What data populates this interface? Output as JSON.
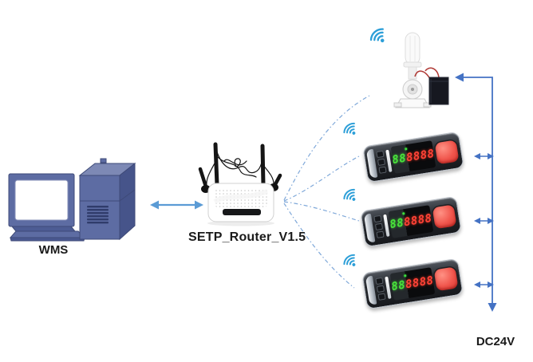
{
  "labels": {
    "wms": "WMS",
    "router": "SETP_Router_V1.5",
    "power": "DC24V"
  },
  "devices": [
    {
      "green_digits": "88",
      "red_digits": "8888"
    },
    {
      "green_digits": "88",
      "red_digits": "8888"
    },
    {
      "green_digits": "88",
      "red_digits": "8888"
    }
  ],
  "icons": {
    "wifi": "wifi-signal-arcs",
    "double_arrow": "left-right-arrow",
    "power_arrow": "down-arrow"
  },
  "colors": {
    "arrow_light_blue": "#5B9BD5",
    "line_blue": "#4472C4",
    "dashed_blue": "#7FA8D9",
    "wifi_blue": "#2D9FD8",
    "digit_green": "#49E33B",
    "digit_red": "#FF4236",
    "call_button_red": "#EE4A42",
    "computer_front": "#5D6CA3",
    "computer_side": "#46548A",
    "computer_top": "#7D89B5"
  },
  "diagram": {
    "nodes": [
      {
        "id": "wms",
        "type": "computer-with-server",
        "label": "WMS"
      },
      {
        "id": "router",
        "type": "wireless-router",
        "label": "SETP_Router_V1.5"
      },
      {
        "id": "tower-light",
        "type": "signal-tower-light-with-controller",
        "label": ""
      },
      {
        "id": "display-1",
        "type": "led-call-display",
        "value": "888888"
      },
      {
        "id": "display-2",
        "type": "led-call-display",
        "value": "888888"
      },
      {
        "id": "display-3",
        "type": "led-call-display",
        "value": "888888"
      },
      {
        "id": "power",
        "type": "dc-power-bus",
        "label": "DC24V"
      }
    ],
    "connections": [
      {
        "from": "wms",
        "to": "router",
        "style": "solid-double-arrow"
      },
      {
        "from": "router",
        "to": "tower-light",
        "style": "dashed-wireless"
      },
      {
        "from": "router",
        "to": "display-1",
        "style": "dashed-wireless"
      },
      {
        "from": "router",
        "to": "display-2",
        "style": "dashed-wireless"
      },
      {
        "from": "router",
        "to": "display-3",
        "style": "dashed-wireless"
      },
      {
        "from": "power",
        "to": "tower-light",
        "style": "solid-arrow"
      },
      {
        "from": "power",
        "to": "display-1",
        "style": "solid-double-arrow"
      },
      {
        "from": "power",
        "to": "display-2",
        "style": "solid-double-arrow"
      },
      {
        "from": "power",
        "to": "display-3",
        "style": "solid-double-arrow"
      }
    ]
  }
}
